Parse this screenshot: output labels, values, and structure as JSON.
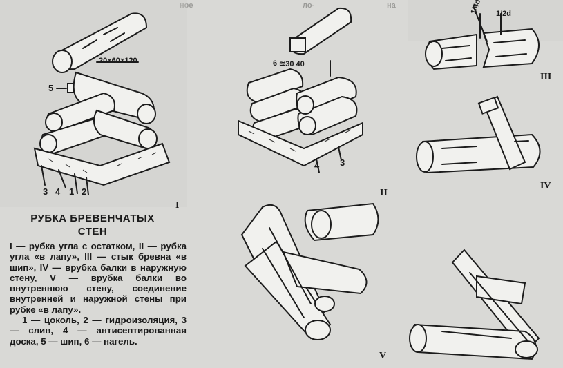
{
  "caption": {
    "title_line1": "РУБКА БРЕВЕНЧАТЫХ",
    "title_line2": "СТЕН",
    "body": "I — рубка угла с остатком, II — рубка угла «в лапу», III — стык бревна «в шип», IV — врубка балки в наружную стену, V — врубка балки во внутреннюю стену, соединение внутренней и наружной стены при рубке «в лапу».",
    "legend": "1 — цоколь, 2 — гидроизоляция, 3 — слив, 4 — антисептированная доска, 5 — шип, 6 — нагель."
  },
  "figures": {
    "I": {
      "roman": "I",
      "dimension": "20×60×120",
      "callout_5": "5",
      "callouts_bottom": [
        "3",
        "4",
        "1",
        "2"
      ]
    },
    "II": {
      "roman": "II",
      "dimension_prefix": "6",
      "dimension": "≊30 40",
      "callout_4": "4",
      "callout_3": "3"
    },
    "III": {
      "roman": "III",
      "mark_left": "1/4d",
      "mark_right": "1/2d"
    },
    "IV": {
      "roman": "IV"
    },
    "V": {
      "roman": "V"
    }
  },
  "background_text": {
    "col1_top": "ное",
    "col2_top": "ло-",
    "col3_top": "на"
  }
}
